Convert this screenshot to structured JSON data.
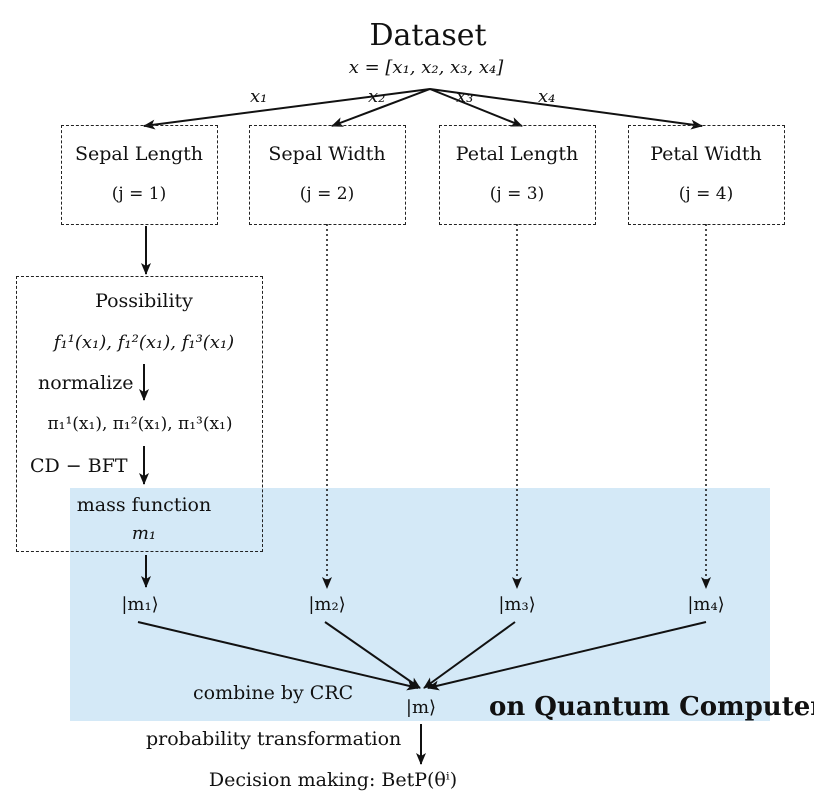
{
  "title": "Dataset",
  "formula": "x = [x₁, x₂, x₃, x₄]",
  "edge_labels": [
    "x₁",
    "x₂",
    "x₃",
    "x₄"
  ],
  "features": [
    {
      "name": "Sepal Length",
      "index": "(j = 1)"
    },
    {
      "name": "Sepal Width",
      "index": "(j = 2)"
    },
    {
      "name": "Petal Length",
      "index": "(j = 3)"
    },
    {
      "name": "Petal Width",
      "index": "(j = 4)"
    }
  ],
  "possibility": {
    "title": "Possibility",
    "f_line": "f₁¹(x₁), f₁²(x₁), f₁³(x₁)",
    "normalize": "normalize",
    "pi_line": "π₁¹(x₁), π₁²(x₁), π₁³(x₁)",
    "cd_bft": "CD − BFT",
    "mass_function": "mass function",
    "mass_symbol": "m₁"
  },
  "kets": [
    "|m₁⟩",
    "|m₂⟩",
    "|m₃⟩",
    "|m₄⟩"
  ],
  "combine": "combine by CRC",
  "combined_ket": "|m⟩",
  "probability": "probability transformation",
  "decision": "Decision making: BetP(θⁱ)",
  "quantum_label": "on Quantum Computer",
  "colors": {
    "quantum_region": "#d4e9f7",
    "lines": "#111111"
  }
}
